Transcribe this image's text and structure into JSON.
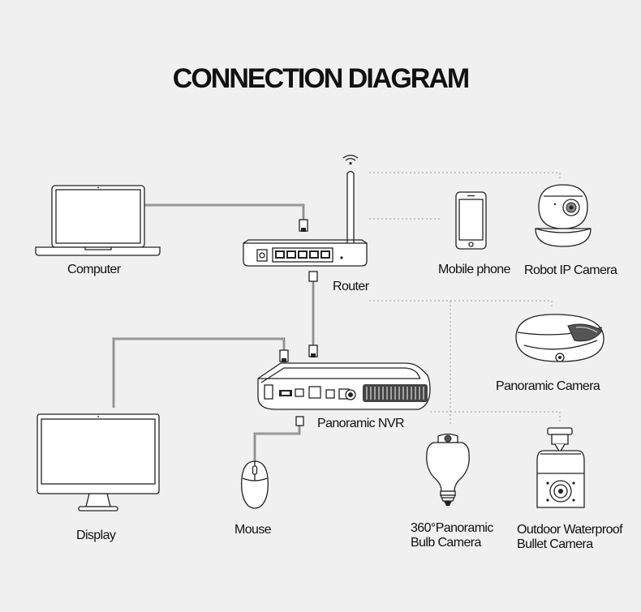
{
  "title": "CONNECTION DIAGRAM",
  "devices": {
    "computer": "Computer",
    "router": "Router",
    "mobile_phone": "Mobile phone",
    "robot_camera": "Robot IP Camera",
    "panoramic_camera": "Panoramic Camera",
    "nvr": "Panoramic NVR",
    "display": "Display",
    "mouse": "Mouse",
    "bulb_camera_line1": "360°Panoramic",
    "bulb_camera_line2": "Bulb Camera",
    "bullet_camera_line1": "Outdoor Waterproof",
    "bullet_camera_line2": "Bullet Camera"
  }
}
